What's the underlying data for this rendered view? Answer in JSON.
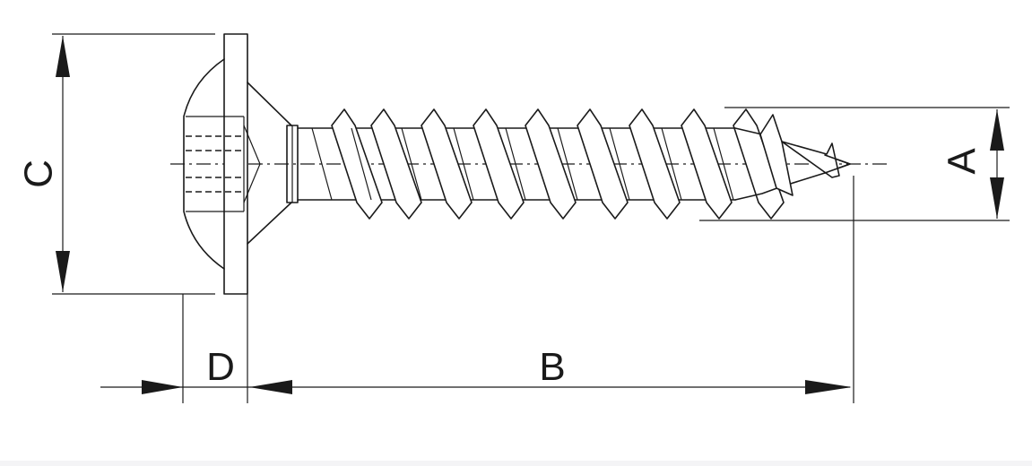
{
  "diagram": {
    "subject": "screw-dimension-drawing",
    "labels": {
      "A": "A",
      "B": "B",
      "C": "C",
      "D": "D"
    },
    "line_color": "#1a1a1a",
    "background": "#ffffff"
  }
}
